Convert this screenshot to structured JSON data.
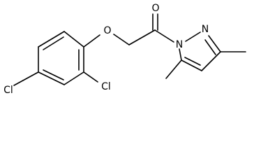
{
  "molecule": {
    "atoms": {
      "cl_left": "Cl",
      "cl_bottom": "Cl",
      "ether_o": "O",
      "carbonyl_o": "O",
      "n1": "N",
      "n2": "N"
    }
  }
}
